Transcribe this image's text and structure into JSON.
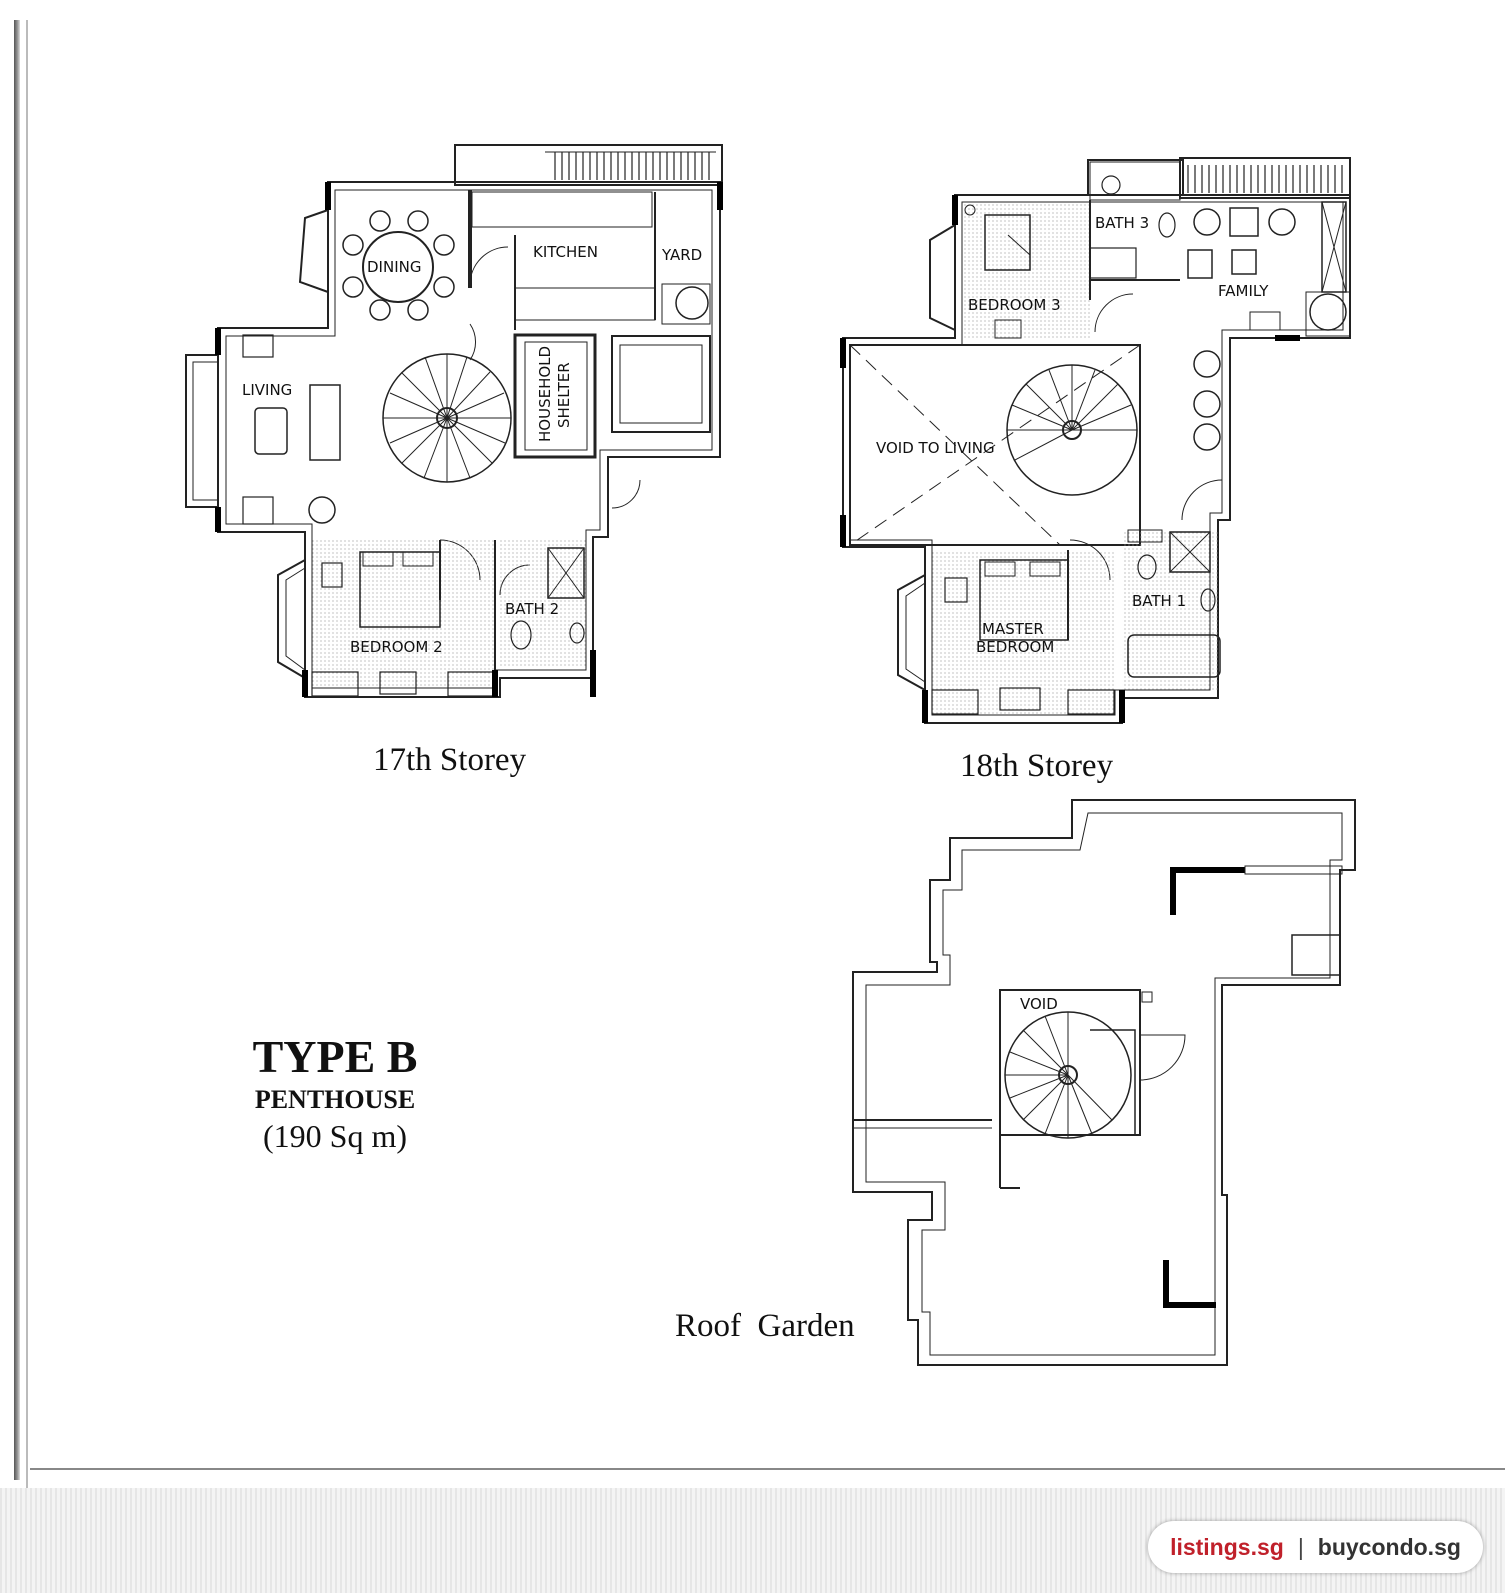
{
  "floorplan": {
    "type_title": "TYPE B",
    "type_subtitle": "PENTHOUSE",
    "area": "(190 Sq m)"
  },
  "plans": {
    "storey17": {
      "caption": "17th Storey",
      "rooms": {
        "dining": "DINING",
        "kitchen": "KITCHEN",
        "yard": "YARD",
        "living": "LIVING",
        "household": "HOUSEHOLD",
        "shelter": "SHELTER",
        "bath2": "BATH 2",
        "bedroom2": "BEDROOM 2"
      }
    },
    "storey18": {
      "caption": "18th Storey",
      "rooms": {
        "bath3": "BATH 3",
        "bedroom3": "BEDROOM 3",
        "family": "FAMILY",
        "void_to_living": "VOID TO LIVING",
        "bath1": "BATH 1",
        "master": "MASTER",
        "bedroom": "BEDROOM"
      }
    },
    "roof": {
      "caption": "Roof  Garden",
      "rooms": {
        "void": "VOID"
      }
    }
  },
  "watermark": {
    "site1": "listings.sg",
    "separator": "|",
    "site2": "buycondo.sg",
    "color1": "#c0202a",
    "color2": "#333333"
  }
}
